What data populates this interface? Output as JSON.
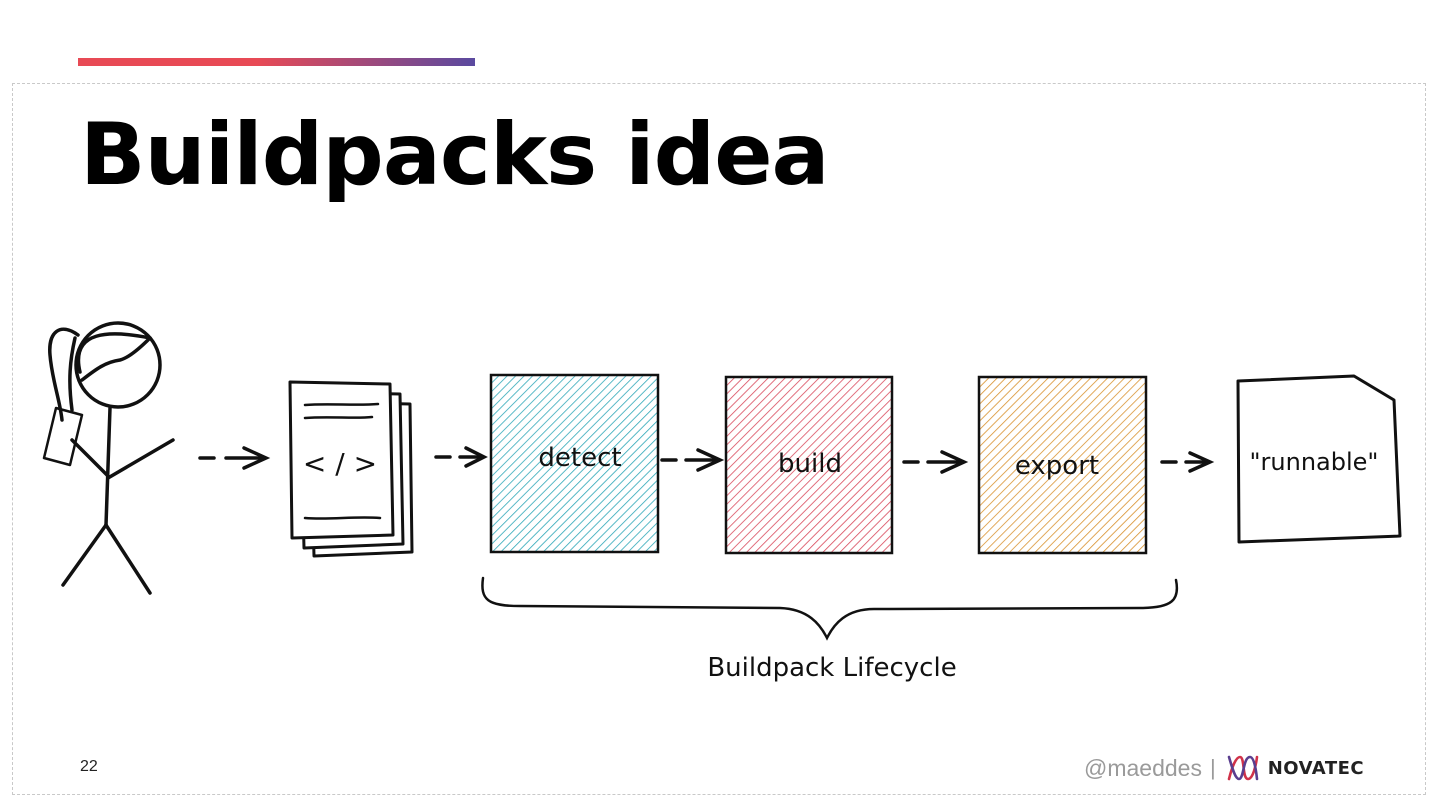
{
  "slide": {
    "title": "Buildpacks idea",
    "page_number": "22"
  },
  "diagram": {
    "source_icon_label": "< / >",
    "stages": [
      {
        "label": "detect",
        "color": "#2fa8b8"
      },
      {
        "label": "build",
        "color": "#d94a5c"
      },
      {
        "label": "export",
        "color": "#d9922f"
      }
    ],
    "output_label": "\"runnable\"",
    "lifecycle_label": "Buildpack Lifecycle"
  },
  "footer": {
    "handle": "@maeddes",
    "separator": "|",
    "brand": "NOVATEC"
  },
  "colors": {
    "accent_start": "#e84a55",
    "accent_end": "#5a4aa0",
    "logo_red": "#d0324a",
    "logo_purple": "#5a3e8f"
  }
}
